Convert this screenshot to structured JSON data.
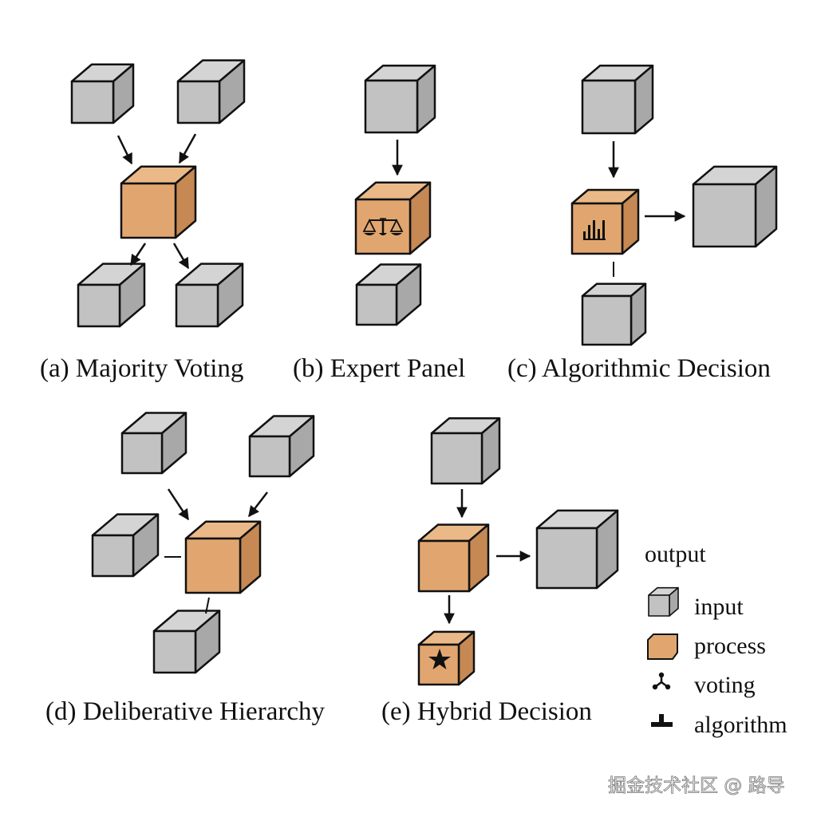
{
  "colors": {
    "input_front": "#c2c2c2",
    "input_top": "#d4d4d4",
    "input_side": "#a8a8a8",
    "process_front": "#e1a66f",
    "process_top": "#eab987",
    "process_side": "#c68954",
    "stroke": "#111111"
  },
  "panels": [
    {
      "id": "a",
      "caption": "(a) Majority Voting",
      "process_icon": "none"
    },
    {
      "id": "b",
      "caption": "(b) Expert Panel",
      "process_icon": "scales-icon"
    },
    {
      "id": "c",
      "caption": "(c) Algorithmic Decision",
      "process_icon": "bar-chart-icon"
    },
    {
      "id": "d",
      "caption": "(d) Deliberative Hierarchy",
      "process_icon": "none"
    },
    {
      "id": "e",
      "caption": "(e) Hybrid Decision",
      "process_icon": "star-icon"
    }
  ],
  "legend": {
    "title": "output",
    "items": [
      {
        "label": "input",
        "icon": "input-cube-icon"
      },
      {
        "label": "process",
        "icon": "process-cube-icon"
      },
      {
        "label": "voting",
        "icon": "voting-icon"
      },
      {
        "label": "algorithm",
        "icon": "algorithm-icon"
      }
    ]
  },
  "watermark": "掘金技术社区 @ 路导"
}
